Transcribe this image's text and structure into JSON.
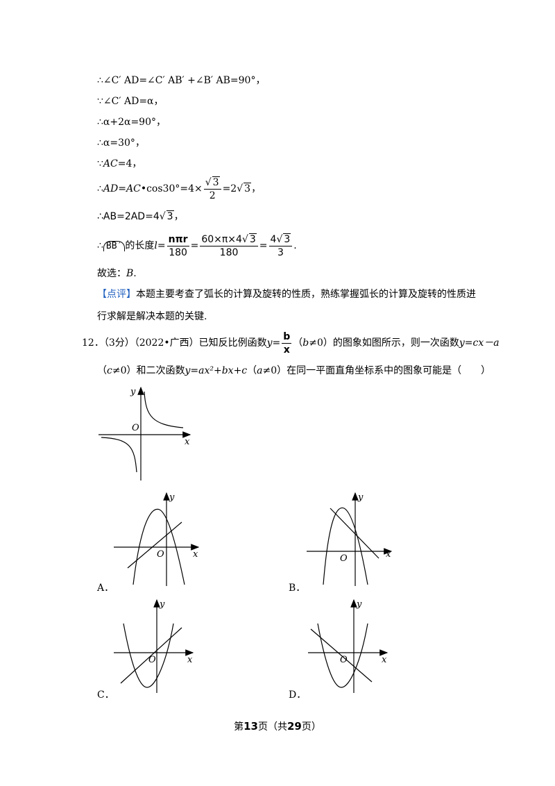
{
  "solution": {
    "l1": "∴∠C′ AD=∠C′ AB′ +∠B′ AB=90°，",
    "l2": "∵∠C′ AD=α，",
    "l3": "∴α+2α=90°，",
    "l4": "∴α=30°，",
    "l5_pre": "∵",
    "l5_var": "AC",
    "l5_post": "=4，",
    "l6_pre": "∴",
    "l6_a": "AD",
    "l6_b": "=",
    "l6_c": "AC",
    "l6_d": "•cos30°=4×",
    "l6_num": "3",
    "l6_den": "2",
    "l6_e": "=2",
    "l6_f": "3",
    "l6_g": "，",
    "l7_pre": "∴AB=2AD=4",
    "l7_rad": "3",
    "l7_post": "，",
    "l8_pre": "∴",
    "l8_arc": "BB′",
    "l8_mid": "的长度",
    "l8_l": "l",
    "l8_eq": "=",
    "l8_num1": "nπr",
    "l8_den1": "180",
    "l8_eq2": "=",
    "l8_num2a": "60×π×4",
    "l8_num2b": "3",
    "l8_den2": "180",
    "l8_eq3": "=",
    "l8_num3a": "4",
    "l8_num3b": "3",
    "l8_den3": "3",
    "l8_end": ".",
    "l9_pre": "故选：",
    "l9_ans": "B",
    "l9_end": ".",
    "comment_tag": "【点评】",
    "comment_1": "本题主要考查了弧长的计算及旋转的性质，熟练掌握弧长的计算及旋转的性质进",
    "comment_2": "行求解是解决本题的关键."
  },
  "question": {
    "number": "12．（3分）（2022•广西）已知反比例函数",
    "y_eq": "y=",
    "frac_num": "b",
    "frac_den": "x",
    "cond1": "（",
    "cond1_b": "b",
    "cond1_end": "≠0）的图象如图所示，则一次函数",
    "linear": "y=cx－a",
    "line2_a": "（",
    "line2_c": "c",
    "line2_b": "≠0）和二次函数",
    "quad": "y=ax²+bx+c",
    "line2_d": "（",
    "line2_aa": "a",
    "line2_e": "≠0）在同一平面直角坐标系中的图象可能是（　　）"
  },
  "figure_labels": {
    "y": "y",
    "x": "x",
    "o": "O"
  },
  "options": {
    "a": "A．",
    "b": "B．",
    "c": "C．",
    "d": "D．"
  },
  "footer": {
    "pre": "第",
    "page": "13",
    "mid": "页（共",
    "total": "29",
    "post": "页）"
  }
}
